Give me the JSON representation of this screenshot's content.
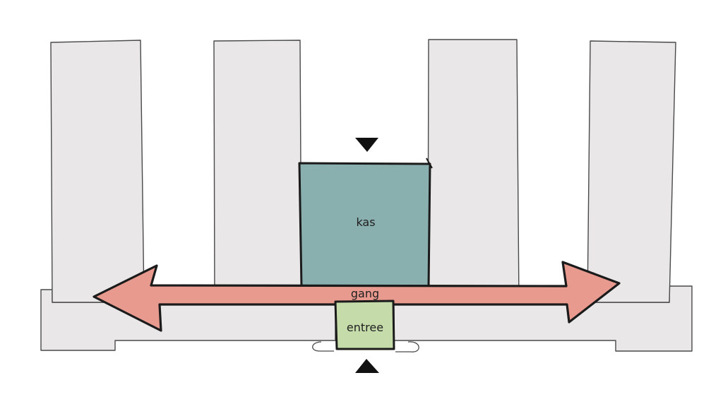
{
  "labels": {
    "greenhouse": "kas",
    "corridor": "gang",
    "entrance": "entree"
  },
  "colors": {
    "building_fill": "#e9e7e8",
    "building_stroke": "#4a4a4a",
    "greenhouse_fill": "#89afae",
    "corridor_fill": "#e89a8e",
    "entrance_fill": "#c5dcaa",
    "outline": "#1b1b1b",
    "marker": "#111111"
  },
  "icons": {
    "top_marker": "triangle-down-icon",
    "bottom_marker": "triangle-up-icon",
    "corridor_arrow": "double-headed-arrow-icon"
  }
}
